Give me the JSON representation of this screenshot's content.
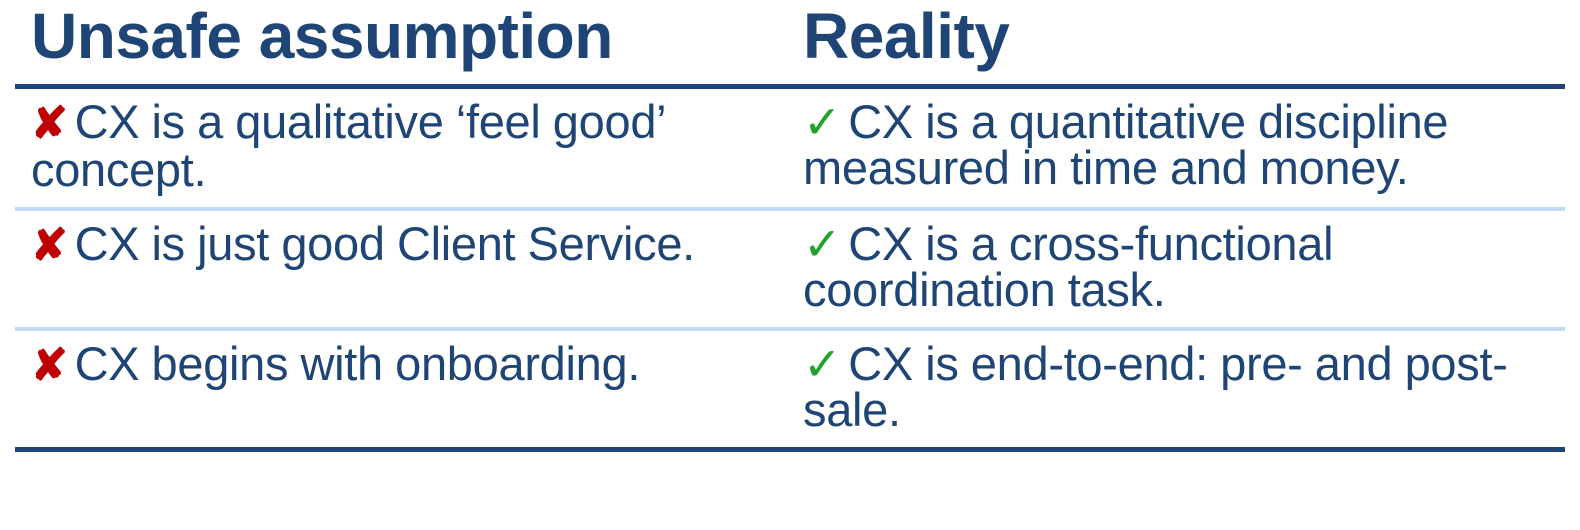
{
  "colors": {
    "navy": "#1f4576",
    "cross_red": "#c00000",
    "check_green": "#22a22a",
    "row_divider": "#c3d8f2",
    "header_divider": "#1f4576",
    "background": "#ffffff"
  },
  "table": {
    "headers": {
      "left": "Unsafe assumption",
      "right": "Reality"
    },
    "marks": {
      "cross": "✘",
      "check": "✓",
      "cross_name": "cross-mark-icon",
      "check_name": "check-mark-icon"
    },
    "rows": [
      {
        "assumption": "CX is a qualitative ‘feel good’ concept.",
        "reality": "CX is a quantitative discipline measured in time and money."
      },
      {
        "assumption": "CX is just good Client Service.",
        "reality": "CX is a cross-functional coordination task."
      },
      {
        "assumption": "CX begins with onboarding.",
        "reality": "CX is end-to-end: pre- and post-sale."
      }
    ]
  }
}
